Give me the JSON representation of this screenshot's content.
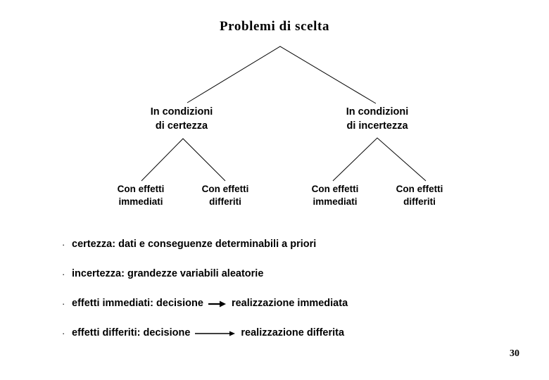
{
  "slide": {
    "title": "Problemi di scelta",
    "page_number": "30",
    "text_color": "#000000",
    "background_color": "#ffffff",
    "line_color": "#000000"
  },
  "tree": {
    "root_label": "",
    "level2": [
      {
        "line1": "In condizioni",
        "line2": "di certezza"
      },
      {
        "line1": "In condizioni",
        "line2": "di incertezza"
      }
    ],
    "level3": [
      {
        "line1": "Con effetti",
        "line2": "immediati"
      },
      {
        "line1": "Con effetti",
        "line2": "differiti"
      },
      {
        "line1": "Con effetti",
        "line2": "immediati"
      },
      {
        "line1": "Con effetti",
        "line2": "differiti"
      }
    ]
  },
  "bullets": [
    {
      "marker": "·",
      "text": "certezza: dati e conseguenze determinabili a priori",
      "has_arrow": false,
      "before_arrow": "",
      "after_arrow": ""
    },
    {
      "marker": "·",
      "text": "incertezza: grandezze variabili aleatorie",
      "has_arrow": false,
      "before_arrow": "",
      "after_arrow": ""
    },
    {
      "marker": "·",
      "text": "effetti immediati: decisione → realizzazione immediata",
      "has_arrow": true,
      "before_arrow": "effetti immediati: decisione",
      "after_arrow": "realizzazione immediata",
      "arrow_name": "right-arrow-short"
    },
    {
      "marker": "·",
      "text": "effetti differiti: decisione → realizzazione differita",
      "has_arrow": true,
      "before_arrow": "effetti differiti: decisione",
      "after_arrow": "realizzazione differita",
      "arrow_name": "right-arrow-long"
    }
  ]
}
